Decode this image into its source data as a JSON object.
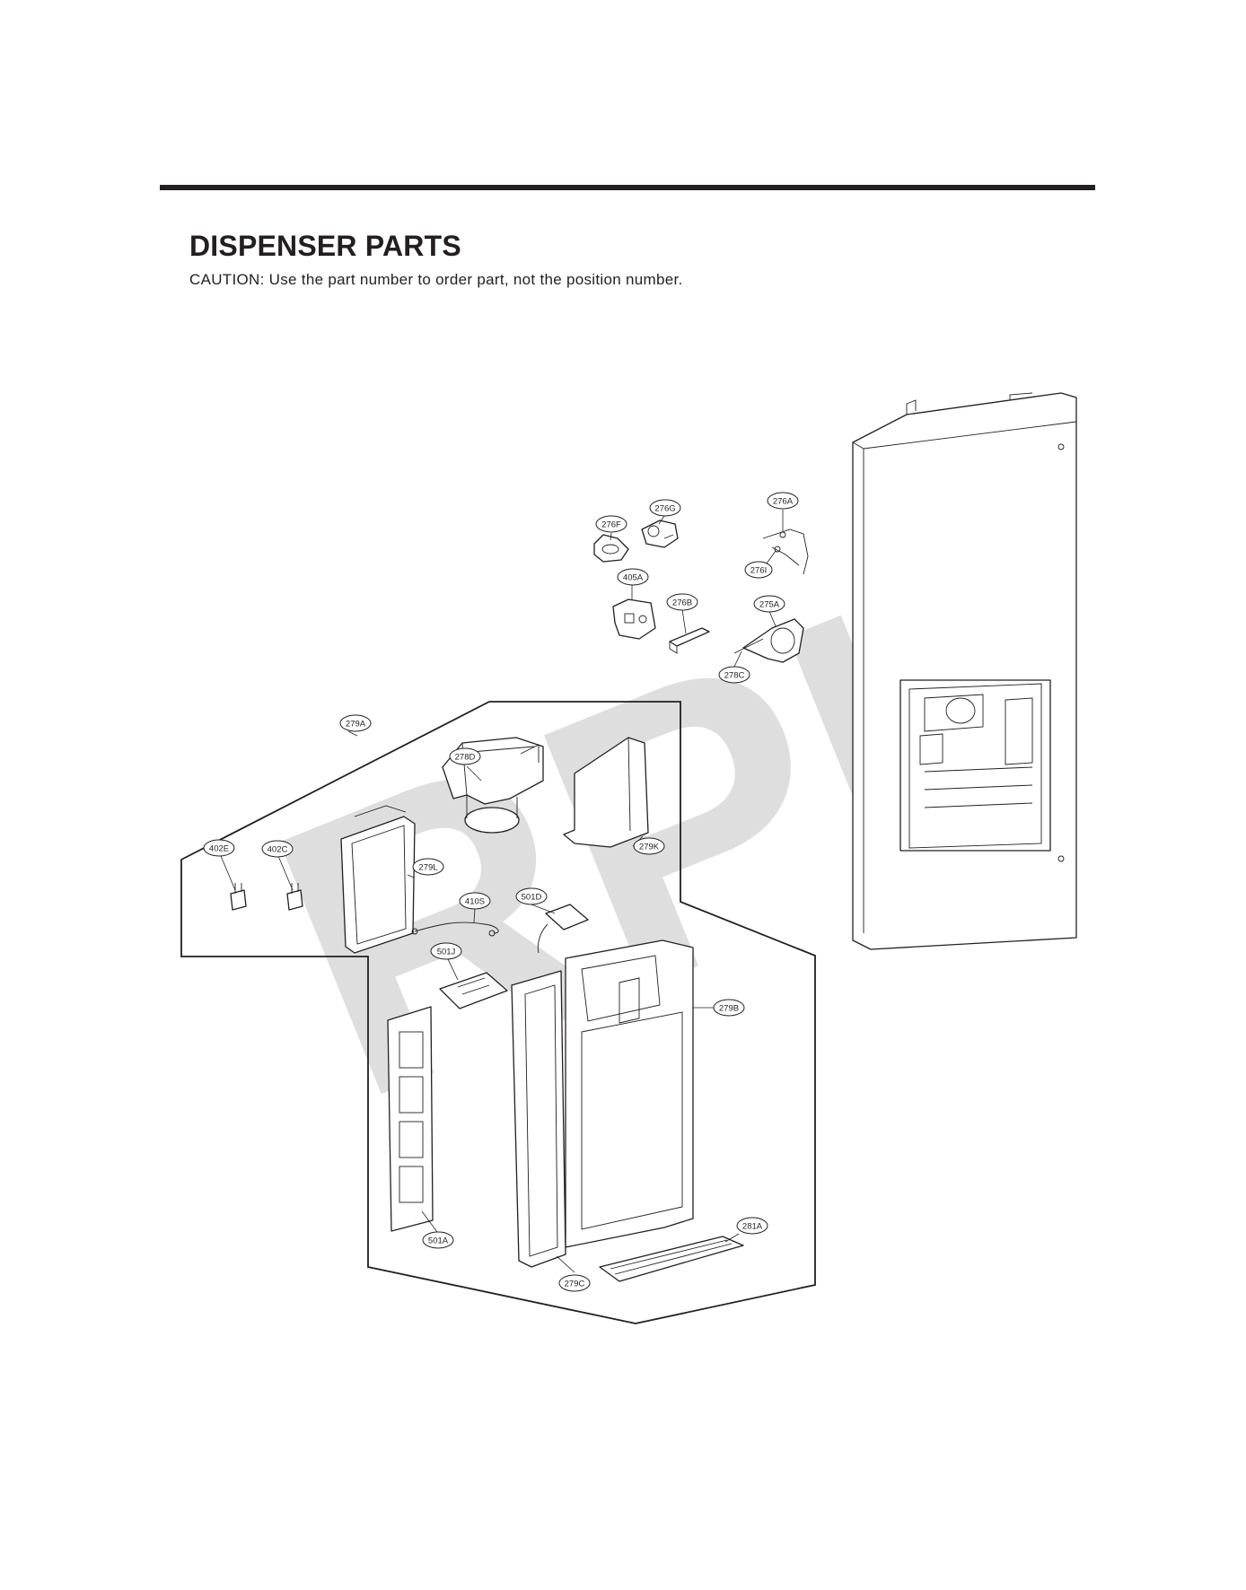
{
  "document": {
    "title": "DISPENSER PARTS",
    "caution": "CAUTION: Use the part number to order part, not the position number.",
    "watermark": "RPI"
  },
  "callouts": [
    {
      "id": "c276A",
      "label": "276A"
    },
    {
      "id": "c276G",
      "label": "276G"
    },
    {
      "id": "c276F",
      "label": "276F"
    },
    {
      "id": "c276I",
      "label": "276I"
    },
    {
      "id": "c405A",
      "label": "405A"
    },
    {
      "id": "c276B",
      "label": "276B"
    },
    {
      "id": "c275A",
      "label": "275A"
    },
    {
      "id": "c278C",
      "label": "278C"
    },
    {
      "id": "c279A",
      "label": "279A"
    },
    {
      "id": "c278D",
      "label": "278D"
    },
    {
      "id": "c279K",
      "label": "279K"
    },
    {
      "id": "c402E",
      "label": "402E"
    },
    {
      "id": "c402C",
      "label": "402C"
    },
    {
      "id": "c279L",
      "label": "279L"
    },
    {
      "id": "c410S",
      "label": "410S"
    },
    {
      "id": "c501D",
      "label": "501D"
    },
    {
      "id": "c501J",
      "label": "501J"
    },
    {
      "id": "c279B",
      "label": "279B"
    },
    {
      "id": "c281A",
      "label": "281A"
    },
    {
      "id": "c501A",
      "label": "501A"
    },
    {
      "id": "c279C",
      "label": "279C"
    }
  ],
  "colors": {
    "ink": "#231f20",
    "watermark": "#d7d7d7",
    "background": "#ffffff"
  }
}
